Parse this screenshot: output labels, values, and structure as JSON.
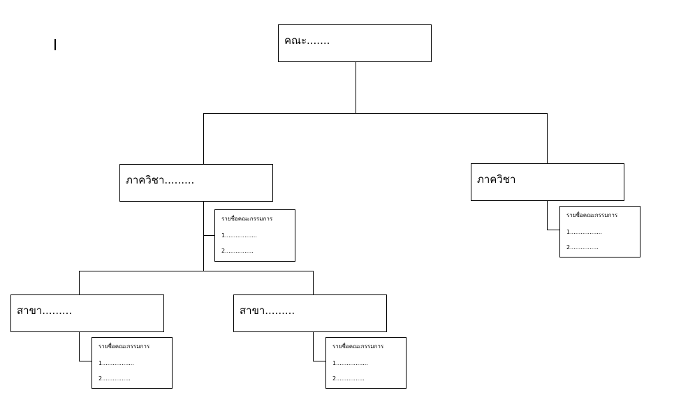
{
  "faculty": {
    "label": "คณะ......."
  },
  "departments": [
    {
      "label": "ภาควิชา.........",
      "committee": {
        "title": "รายชื่อคณะกรรมการ",
        "items": [
          "1..................",
          "2................"
        ]
      }
    },
    {
      "label": "ภาควิชา",
      "committee": {
        "title": "รายชื่อคณะกรรมการ",
        "items": [
          "1..................",
          "2................"
        ]
      }
    }
  ],
  "branches": [
    {
      "label": "สาขา.........",
      "committee": {
        "title": "รายชื่อคณะกรรมการ",
        "items": [
          "1..................",
          "2................"
        ]
      }
    },
    {
      "label": "สาขา.........",
      "committee": {
        "title": "รายชื่อคณะกรรมการ",
        "items": [
          "1..................",
          "2................"
        ]
      }
    }
  ],
  "colors": {
    "line": "#000000",
    "background": "#ffffff"
  }
}
